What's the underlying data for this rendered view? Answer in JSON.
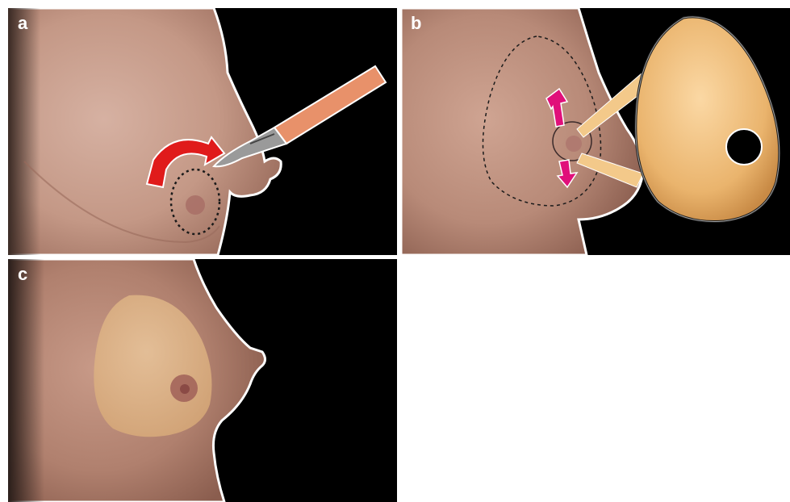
{
  "panels": [
    {
      "label": "a"
    },
    {
      "label": "b"
    },
    {
      "label": "c"
    }
  ],
  "colors": {
    "background": "#000000",
    "skin": "#c9a08f",
    "arrow_red": "#e01b1b",
    "arrow_magenta": "#e0107a",
    "scalpel_handle": "#e8916a",
    "implant": "#eab46d",
    "outline": "#ffffff"
  }
}
